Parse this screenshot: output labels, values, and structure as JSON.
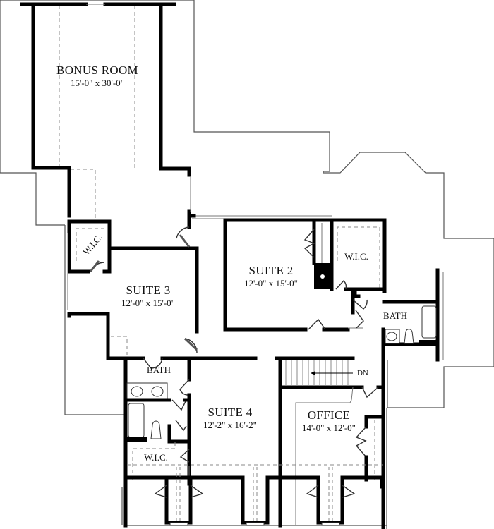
{
  "plan": {
    "type": "second-floor-plan",
    "rooms": [
      {
        "id": "bonus-room",
        "name": "BONUS ROOM",
        "dimensions": "15'-0\" x 30'-0\""
      },
      {
        "id": "suite-2",
        "name": "SUITE 2",
        "dimensions": "12'-0\" x 15'-0\""
      },
      {
        "id": "suite-3",
        "name": "SUITE 3",
        "dimensions": "12'-0\" x 15'-0\""
      },
      {
        "id": "suite-4",
        "name": "SUITE 4",
        "dimensions": "12'-2\" x 16'-2\""
      },
      {
        "id": "office",
        "name": "OFFICE",
        "dimensions": "14'-0\" x 12'-0\""
      }
    ],
    "labels": {
      "wic_suite3": "W.I.C.",
      "wic_suite2": "W.I.C.",
      "wic_suite4": "W.I.C.",
      "bath_suite2": "BATH",
      "bath_suite4": "BATH",
      "stair": "DN"
    },
    "colors": {
      "wall": "#000000",
      "outline": "#555555",
      "dashed": "#888888",
      "background": "#ffffff"
    }
  }
}
